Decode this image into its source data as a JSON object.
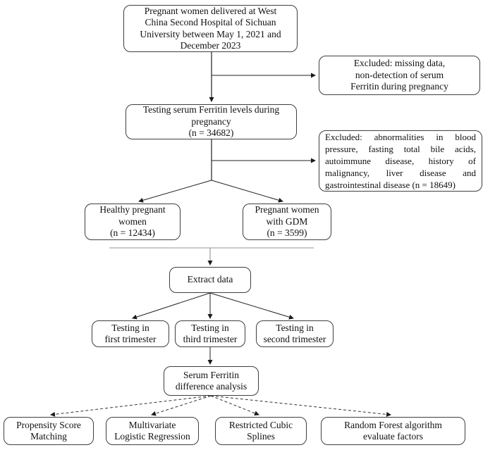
{
  "colors": {
    "background": "#ffffff",
    "box_border": "#3f3f3f",
    "arrow": "#1a1a1a",
    "merge_line": "#aaaaaa"
  },
  "flow": {
    "population": {
      "lines": [
        "Pregnant women delivered at West",
        "China Second Hospital of Sichuan",
        "University between May 1, 2021 and",
        "December 2023"
      ]
    },
    "excluded_missing": {
      "lines": [
        "Excluded: missing data,",
        "non-detection of serum",
        "Ferritin during pregnancy"
      ]
    },
    "testing_ferritin": {
      "lines": [
        "Testing serum Ferritin levels during",
        "pregnancy",
        "(n = 34682)"
      ]
    },
    "excluded_abnormalities": {
      "text": "Excluded: abnormalities in blood pressure, fasting total bile acids, autoimmune disease, history of malignancy, liver disease and gastrointestinal disease (n = 18649)"
    },
    "healthy": {
      "lines": [
        "Healthy pregnant",
        "women",
        "(n = 12434)"
      ]
    },
    "gdm": {
      "lines": [
        "Pregnant women",
        "with GDM",
        "(n = 3599)"
      ]
    },
    "extract": {
      "lines": [
        "Extract data"
      ]
    },
    "first_trimester": {
      "lines": [
        "Testing in",
        "first trimester"
      ]
    },
    "third_trimester": {
      "lines": [
        "Testing in",
        "third trimester"
      ]
    },
    "second_trimester": {
      "lines": [
        "Testing in",
        "second trimester"
      ]
    },
    "analysis": {
      "lines": [
        "Serum Ferritin",
        "difference analysis"
      ]
    },
    "psm": {
      "lines": [
        "Propensity Score",
        "Matching"
      ]
    },
    "mlr": {
      "lines": [
        "Multivariate",
        "Logistic Regression"
      ]
    },
    "rcs": {
      "lines": [
        "Restricted Cubic",
        "Splines"
      ]
    },
    "rf": {
      "lines": [
        "Random Forest algorithm",
        "evaluate factors"
      ]
    }
  }
}
